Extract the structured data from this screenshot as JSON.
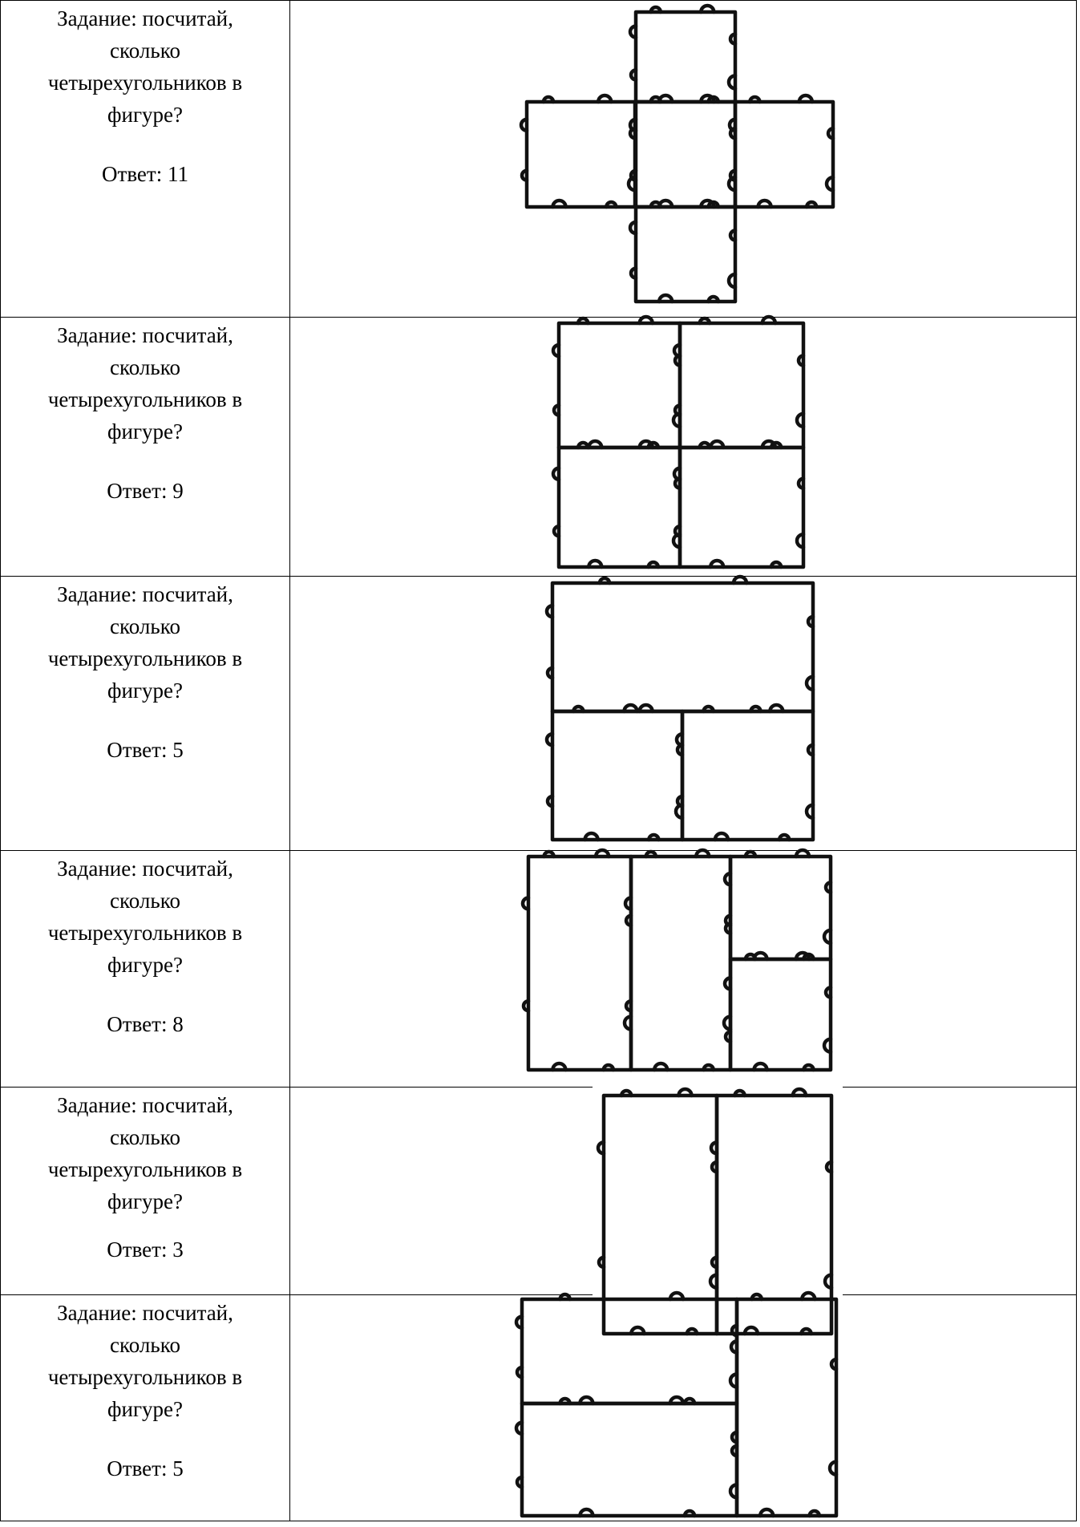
{
  "tasks": [
    {
      "question": "Задание: посчитай,\nсколько\nчетырехугольников в\nфигуре?",
      "answer": "Ответ: 11"
    },
    {
      "question": "Задание: посчитай,\nсколько\nчетырехугольников в\nфигуре?",
      "answer": "Ответ: 9"
    },
    {
      "question": "Задание: посчитай,\nсколько\nчетырехугольников в\nфигуре?",
      "answer": "Ответ: 5"
    },
    {
      "question": "Задание: посчитай,\nсколько\nчетырехугольников в\nфигуре?",
      "answer": "Ответ: 8"
    },
    {
      "question": "Задание: посчитай,\nсколько\nчетырехугольников в\nфигуре?",
      "answer": "Ответ: 3"
    },
    {
      "question": "Задание: посчитай,\nсколько\nчетырехугольников в\nфигуре?",
      "answer": "Ответ: 5"
    }
  ]
}
